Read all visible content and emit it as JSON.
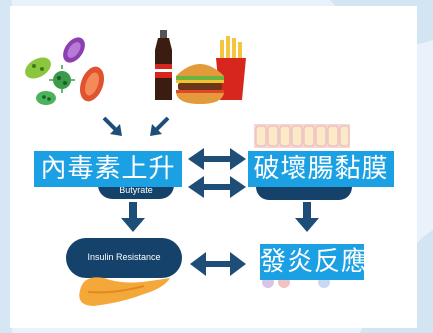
{
  "labels": {
    "toxin": "內毒素上升",
    "gut_barrier": "破壞腸黏膜",
    "inflammation": "發炎反應"
  },
  "pills": {
    "insulin": "Insulin Resistance",
    "butyrate": "Butyrate"
  },
  "colors": {
    "label_bg": "#1ba0e4",
    "pill_bg": "#14426b",
    "arrow": "#1e4e78"
  }
}
